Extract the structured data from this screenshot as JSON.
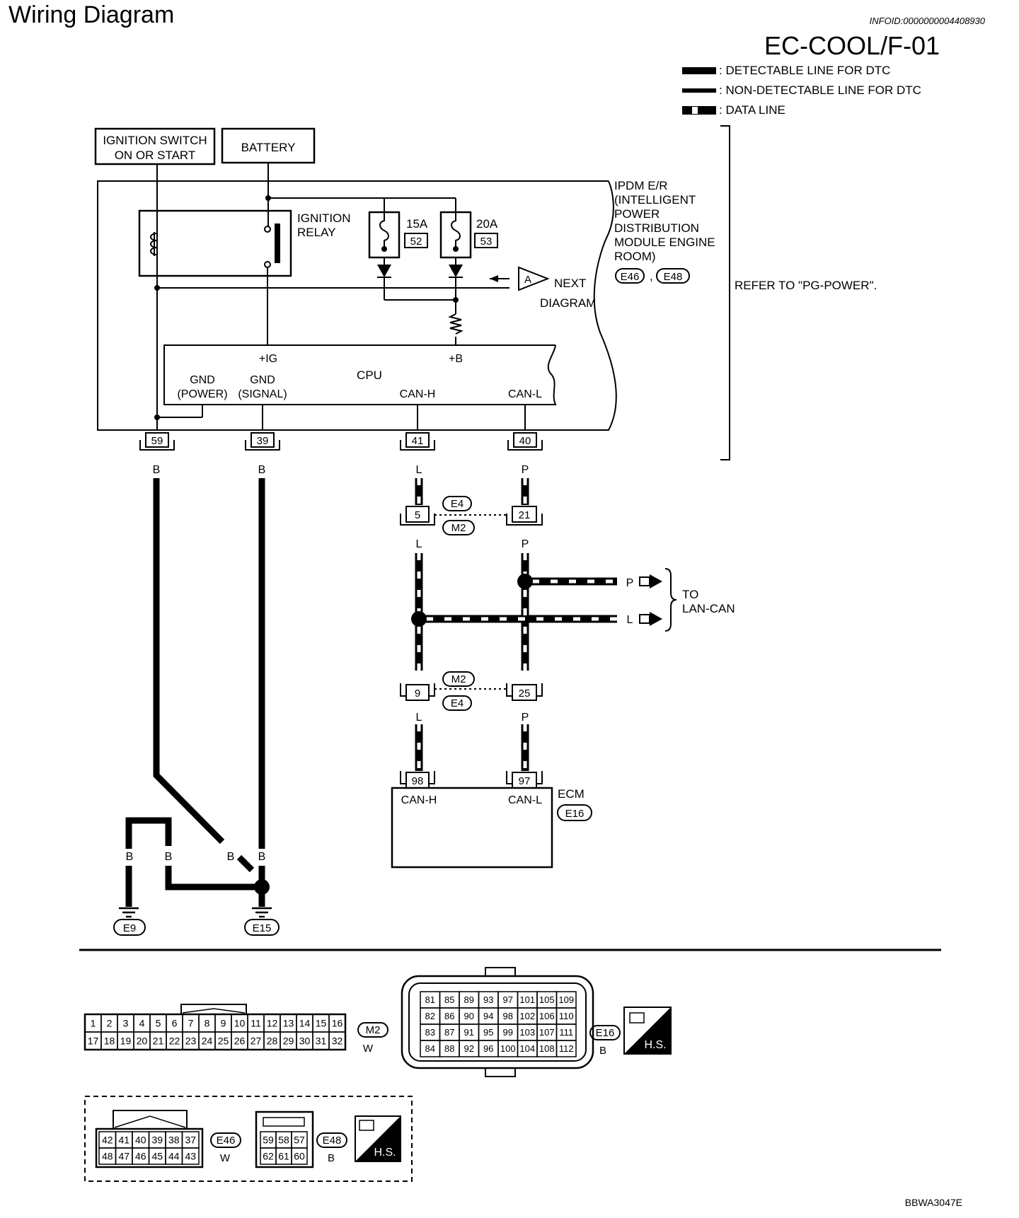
{
  "header": {
    "title": "Wiring Diagram",
    "info_id": "INFOID:0000000004408930",
    "code": "EC-COOL/F-01"
  },
  "legend": {
    "detectable": ": DETECTABLE LINE FOR DTC",
    "non_detectable": ": NON-DETECTABLE LINE FOR DTC",
    "data_line": ": DATA LINE"
  },
  "boxes": {
    "ignition_switch_1": "IGNITION SWITCH",
    "ignition_switch_2": "ON OR START",
    "battery": "BATTERY"
  },
  "ipdm": {
    "label_lines": [
      "IPDM E/R",
      "(INTELLIGENT",
      "POWER",
      "DISTRIBUTION",
      "MODULE ENGINE",
      "ROOM)"
    ],
    "conn_1": "E46",
    "comma": ",",
    "conn_2": "E48",
    "refer": "REFER TO \"PG-POWER\".",
    "relay_1": "IGNITION",
    "relay_2": "RELAY",
    "fuse1_amp": "15A",
    "fuse1_no": "52",
    "fuse2_amp": "20A",
    "fuse2_no": "53",
    "next_tag": "A",
    "next_1": "NEXT",
    "next_2": "DIAGRAM",
    "cpu": "CPU",
    "ig": "+IG",
    "b_plus": "+B",
    "gnd_power_1": "GND",
    "gnd_power_2": "(POWER)",
    "gnd_signal_1": "GND",
    "gnd_signal_2": "(SIGNAL)",
    "can_h": "CAN-H",
    "can_l": "CAN-L"
  },
  "pins": {
    "p59": "59",
    "p39": "39",
    "p41": "41",
    "p40": "40",
    "p5": "5",
    "p21": "21",
    "p9": "9",
    "p25": "25",
    "p98": "98",
    "p97": "97"
  },
  "wires": {
    "b": "B",
    "l": "L",
    "p": "P"
  },
  "joints": {
    "e4": "E4",
    "m2": "M2"
  },
  "lan": {
    "to": "TO",
    "lan_can": "LAN-CAN"
  },
  "ecm": {
    "name": "ECM",
    "conn": "E16",
    "can_h": "CAN-H",
    "can_l": "CAN-L"
  },
  "grounds": {
    "e9": "E9",
    "e15": "E15"
  },
  "connectors": {
    "m2": {
      "id": "M2",
      "color": "W",
      "row1": [
        "1",
        "2",
        "3",
        "4",
        "5",
        "6",
        "7",
        "8",
        "9",
        "10",
        "11",
        "12",
        "13",
        "14",
        "15",
        "16"
      ],
      "row2": [
        "17",
        "18",
        "19",
        "20",
        "21",
        "22",
        "23",
        "24",
        "25",
        "26",
        "27",
        "28",
        "29",
        "30",
        "31",
        "32"
      ]
    },
    "e16": {
      "id": "E16",
      "color": "B",
      "rows": [
        [
          "81",
          "85",
          "89",
          "93",
          "97",
          "101",
          "105",
          "109"
        ],
        [
          "82",
          "86",
          "90",
          "94",
          "98",
          "102",
          "106",
          "110"
        ],
        [
          "83",
          "87",
          "91",
          "95",
          "99",
          "103",
          "107",
          "111"
        ],
        [
          "84",
          "88",
          "92",
          "96",
          "100",
          "104",
          "108",
          "112"
        ]
      ]
    },
    "e46": {
      "id": "E46",
      "color": "W",
      "row1": [
        "42",
        "41",
        "40",
        "39",
        "38",
        "37"
      ],
      "row2": [
        "48",
        "47",
        "46",
        "45",
        "44",
        "43"
      ]
    },
    "e48": {
      "id": "E48",
      "color": "B",
      "row1": [
        "59",
        "58",
        "57"
      ],
      "row2": [
        "62",
        "61",
        "60"
      ]
    },
    "hs": "H.S."
  },
  "footer_code": "BBWA3047E"
}
